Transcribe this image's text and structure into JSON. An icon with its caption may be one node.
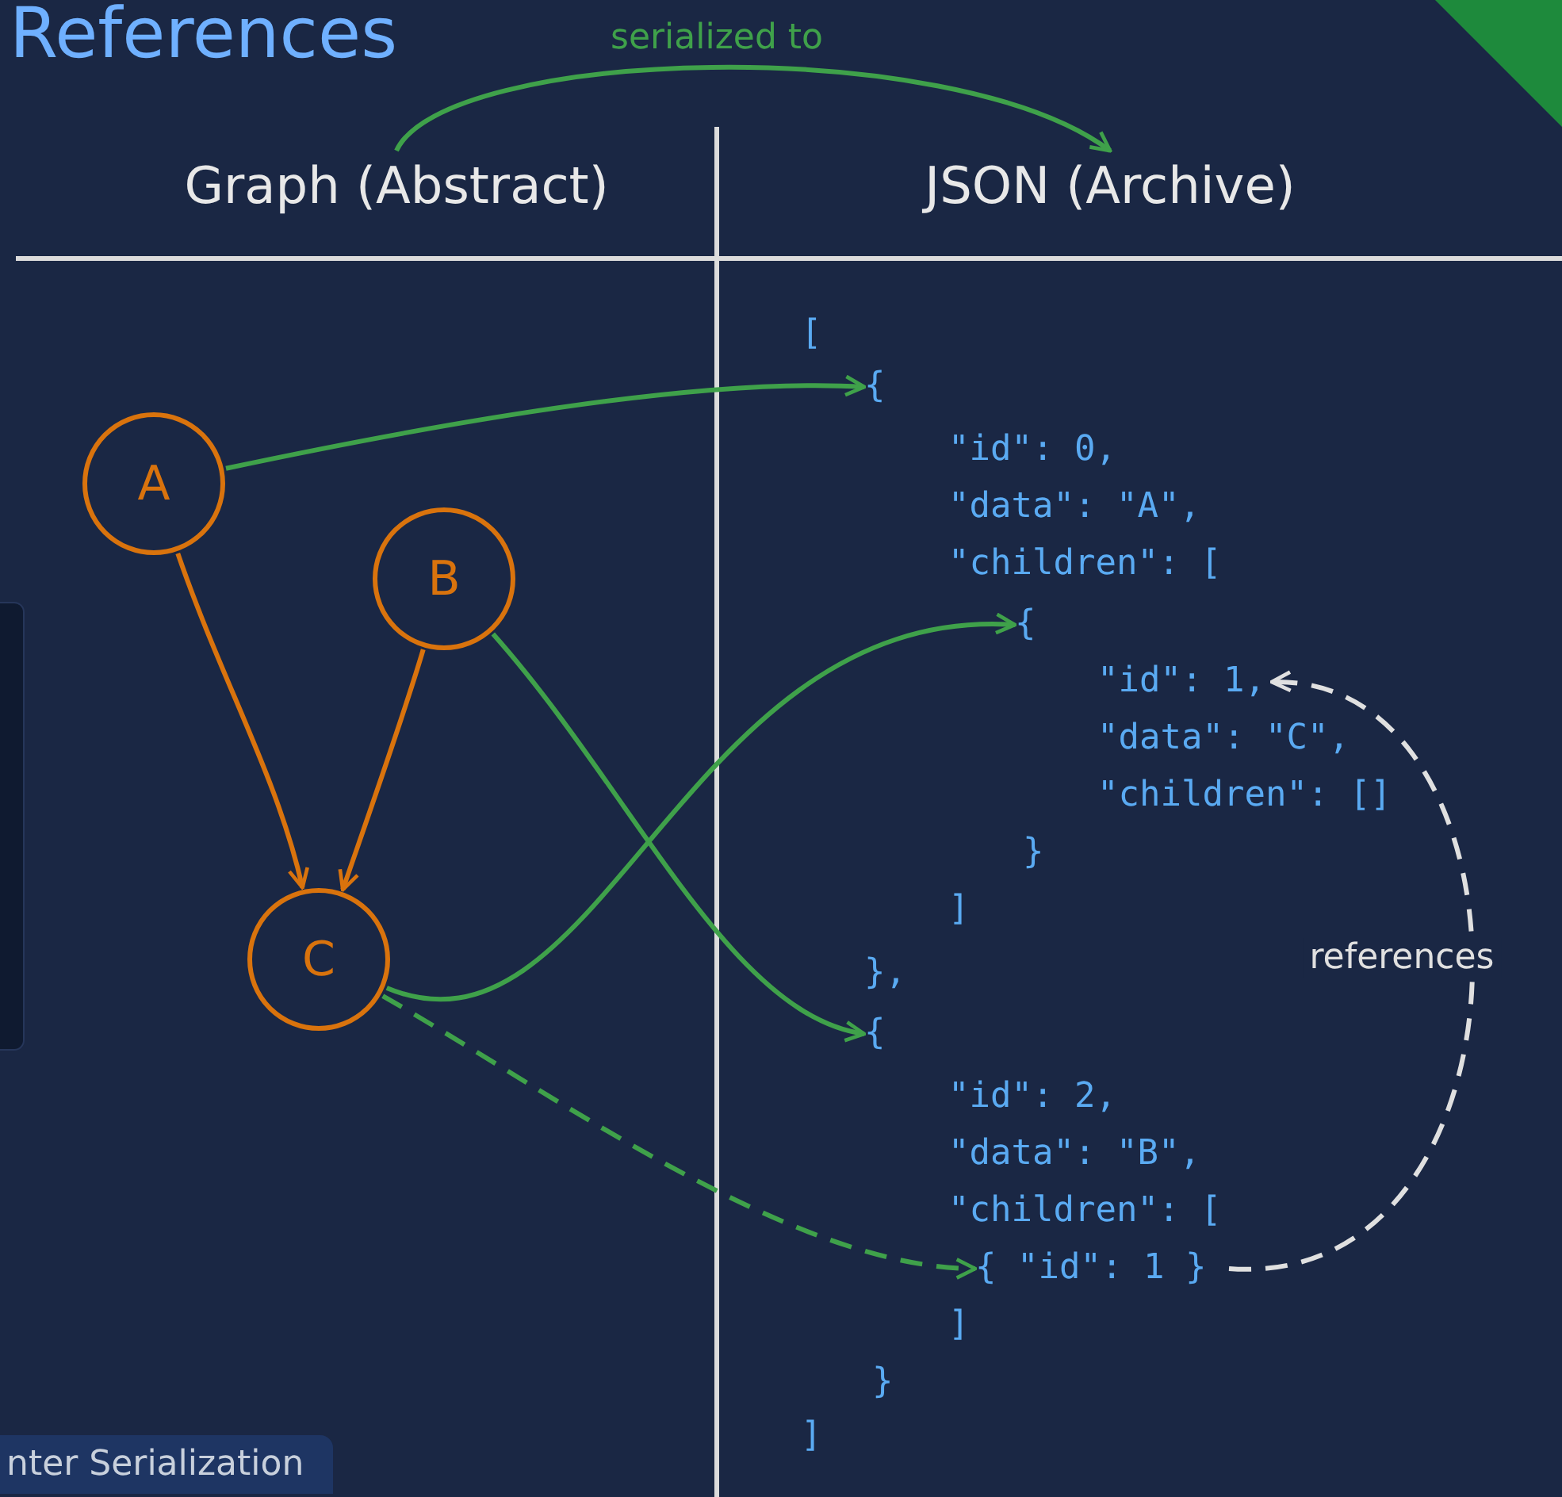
{
  "diagram": {
    "title": "References",
    "nodes": [
      {
        "text": [
          "Graph (Abstract)"
        ]
      },
      {
        "text": [
          "JSON (Archive)"
        ]
      },
      {
        "text": [
          "A"
        ]
      },
      {
        "text": [
          "B"
        ]
      },
      {
        "text": [
          "C"
        ]
      },
      {
        "text": [
          "{"
        ]
      },
      {
        "text": [
          "{"
        ]
      },
      {
        "text": [
          "\"id\": 1,"
        ]
      },
      {
        "text": [
          "{"
        ]
      },
      {
        "text": [
          "{ \"id\": 1 }"
        ]
      }
    ],
    "edges": [
      {
        "from": 0,
        "to": 1,
        "arrow": "to",
        "label": "serialized to"
      },
      {
        "from": 2,
        "to": 4,
        "arrow": "to",
        "color": "#d9730d"
      },
      {
        "from": 3,
        "to": 4,
        "arrow": "to",
        "color": "#d9730d"
      },
      {
        "from": 2,
        "to": 5,
        "arrow": "to"
      },
      {
        "from": 4,
        "to": 6,
        "arrow": "to"
      },
      {
        "from": 3,
        "to": 8,
        "arrow": "to"
      },
      {
        "from": 4,
        "to": 9,
        "arrow": "to",
        "style": "dashed"
      },
      {
        "from": 9,
        "to": 7,
        "arrow": "to",
        "style": "dashed",
        "color": "#e0e0e0",
        "label": "references"
      }
    ],
    "labels": [
      "[",
      "\"id\": 0,",
      "\"data\": \"A\",",
      "\"children\": [",
      "\"data\": \"C\",",
      "\"children\": []",
      "}",
      "]",
      "},",
      "\"id\": 2,",
      "\"data\": \"B\",",
      "\"children\": [",
      "]",
      "}",
      "]",
      "nter Serialization"
    ]
  }
}
